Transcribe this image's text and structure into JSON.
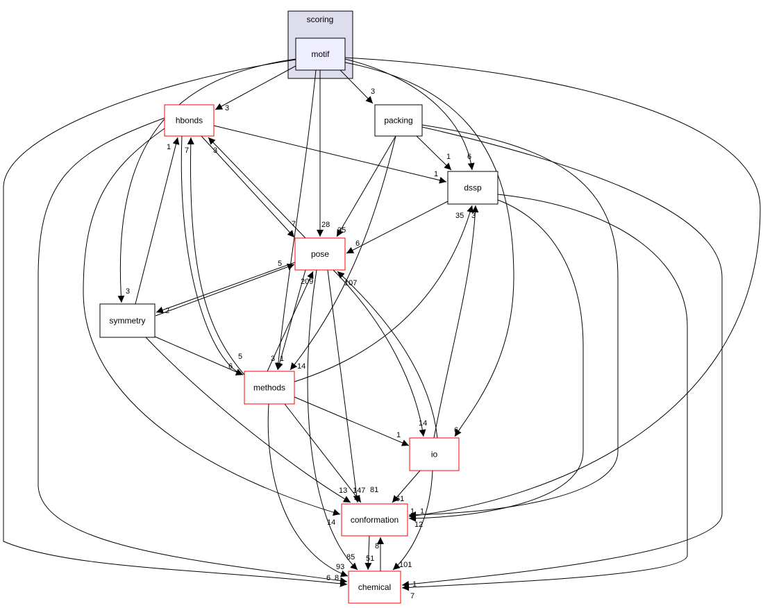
{
  "cluster": {
    "label": "scoring",
    "fill": "#ddddee",
    "stroke": "#000000"
  },
  "nodes": [
    {
      "id": "motif",
      "label": "motif",
      "fill": "#eeeeff",
      "border": "#000000"
    },
    {
      "id": "hbonds",
      "label": "hbonds",
      "fill": "#ffffff",
      "border": "#ff0000"
    },
    {
      "id": "packing",
      "label": "packing",
      "fill": "#ffffff",
      "border": "#000000"
    },
    {
      "id": "dssp",
      "label": "dssp",
      "fill": "#ffffff",
      "border": "#000000"
    },
    {
      "id": "pose",
      "label": "pose",
      "fill": "#ffffff",
      "border": "#ff0000"
    },
    {
      "id": "symmetry",
      "label": "symmetry",
      "fill": "#ffffff",
      "border": "#000000"
    },
    {
      "id": "methods",
      "label": "methods",
      "fill": "#ffffff",
      "border": "#ff0000"
    },
    {
      "id": "io",
      "label": "io",
      "fill": "#ffffff",
      "border": "#ff0000"
    },
    {
      "id": "conformation",
      "label": "conformation",
      "fill": "#ffffff",
      "border": "#ff0000"
    },
    {
      "id": "chemical",
      "label": "chemical",
      "fill": "#ffffff",
      "border": "#ff0000"
    }
  ],
  "edges": [
    {
      "from": "motif",
      "to": "hbonds",
      "label": "3"
    },
    {
      "from": "motif",
      "to": "packing",
      "label": "3"
    },
    {
      "from": "motif",
      "to": "pose",
      "label": "28"
    },
    {
      "from": "motif",
      "to": "methods",
      "label": "3"
    },
    {
      "from": "motif",
      "to": "symmetry",
      "label": "3"
    },
    {
      "from": "motif",
      "to": "dssp",
      "label": "6"
    },
    {
      "from": "motif",
      "to": "io",
      "label": "6"
    },
    {
      "from": "motif",
      "to": "conformation",
      "label": "1"
    },
    {
      "from": "motif",
      "to": "chemical",
      "label": "8"
    },
    {
      "from": "hbonds",
      "to": "dssp",
      "label": "1"
    },
    {
      "from": "hbonds",
      "to": "pose",
      "label": "7"
    },
    {
      "from": "pose",
      "to": "hbonds",
      "label": "3"
    },
    {
      "from": "symmetry",
      "to": "hbonds",
      "label": "1"
    },
    {
      "from": "methods",
      "to": "hbonds",
      "label": "7"
    },
    {
      "from": "hbonds",
      "to": "methods",
      "label": "5"
    },
    {
      "from": "hbonds",
      "to": "conformation",
      "label": "14"
    },
    {
      "from": "hbonds",
      "to": "chemical",
      "label": "6"
    },
    {
      "from": "packing",
      "to": "pose",
      "label": "35"
    },
    {
      "from": "packing",
      "to": "methods",
      "label": "14"
    },
    {
      "from": "packing",
      "to": "dssp",
      "label": "1"
    },
    {
      "from": "packing",
      "to": "conformation",
      "label": "12"
    },
    {
      "from": "packing",
      "to": "chemical",
      "label": "1"
    },
    {
      "from": "dssp",
      "to": "pose",
      "label": "6"
    },
    {
      "from": "dssp",
      "to": "conformation",
      "label": "1"
    },
    {
      "from": "dssp",
      "to": "chemical",
      "label": "7"
    },
    {
      "from": "pose",
      "to": "symmetry",
      "label": "2"
    },
    {
      "from": "symmetry",
      "to": "pose",
      "label": "5"
    },
    {
      "from": "methods",
      "to": "pose",
      "label": "209"
    },
    {
      "from": "pose",
      "to": "methods",
      "label": "1"
    },
    {
      "from": "pose",
      "to": "io",
      "label": "14"
    },
    {
      "from": "io",
      "to": "pose",
      "label": "107"
    },
    {
      "from": "pose",
      "to": "conformation",
      "label": "81"
    },
    {
      "from": "pose",
      "to": "chemical",
      "label": "85"
    },
    {
      "from": "methods",
      "to": "dssp",
      "label": "35"
    },
    {
      "from": "io",
      "to": "dssp",
      "label": "3"
    },
    {
      "from": "methods",
      "to": "io",
      "label": "1"
    },
    {
      "from": "methods",
      "to": "conformation",
      "label": "147"
    },
    {
      "from": "methods",
      "to": "chemical",
      "label": "93"
    },
    {
      "from": "symmetry",
      "to": "methods",
      "label": "6"
    },
    {
      "from": "symmetry",
      "to": "conformation",
      "label": "13"
    },
    {
      "from": "io",
      "to": "conformation",
      "label": "61"
    },
    {
      "from": "io",
      "to": "chemical",
      "label": "101"
    },
    {
      "from": "conformation",
      "to": "chemical",
      "label": "51"
    },
    {
      "from": "chemical",
      "to": "conformation",
      "label": "8"
    }
  ]
}
